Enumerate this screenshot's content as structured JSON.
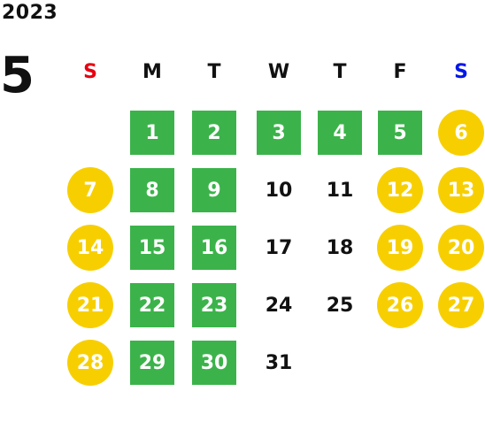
{
  "calendar": {
    "year": "2023",
    "month": "5",
    "weekday_headers": [
      {
        "label": "S",
        "color": "#e60012"
      },
      {
        "label": "M",
        "color": "#111111"
      },
      {
        "label": "T",
        "color": "#111111"
      },
      {
        "label": "W",
        "color": "#111111"
      },
      {
        "label": "T",
        "color": "#111111"
      },
      {
        "label": "F",
        "color": "#111111"
      },
      {
        "label": "S",
        "color": "#0018e6"
      }
    ],
    "first_weekday_index": 1,
    "days": [
      {
        "day": "1",
        "style": "green"
      },
      {
        "day": "2",
        "style": "green"
      },
      {
        "day": "3",
        "style": "green"
      },
      {
        "day": "4",
        "style": "green"
      },
      {
        "day": "5",
        "style": "green"
      },
      {
        "day": "6",
        "style": "yellow"
      },
      {
        "day": "7",
        "style": "yellow"
      },
      {
        "day": "8",
        "style": "green"
      },
      {
        "day": "9",
        "style": "green"
      },
      {
        "day": "10",
        "style": "plain"
      },
      {
        "day": "11",
        "style": "plain"
      },
      {
        "day": "12",
        "style": "yellow"
      },
      {
        "day": "13",
        "style": "yellow"
      },
      {
        "day": "14",
        "style": "yellow"
      },
      {
        "day": "15",
        "style": "green"
      },
      {
        "day": "16",
        "style": "green"
      },
      {
        "day": "17",
        "style": "plain"
      },
      {
        "day": "18",
        "style": "plain"
      },
      {
        "day": "19",
        "style": "yellow"
      },
      {
        "day": "20",
        "style": "yellow"
      },
      {
        "day": "21",
        "style": "yellow"
      },
      {
        "day": "22",
        "style": "green"
      },
      {
        "day": "23",
        "style": "green"
      },
      {
        "day": "24",
        "style": "plain"
      },
      {
        "day": "25",
        "style": "plain"
      },
      {
        "day": "26",
        "style": "yellow"
      },
      {
        "day": "27",
        "style": "yellow"
      },
      {
        "day": "28",
        "style": "yellow"
      },
      {
        "day": "29",
        "style": "green"
      },
      {
        "day": "30",
        "style": "green"
      },
      {
        "day": "31",
        "style": "plain"
      }
    ],
    "colors": {
      "green": "#3bb34a",
      "yellow": "#f7cf00"
    }
  }
}
